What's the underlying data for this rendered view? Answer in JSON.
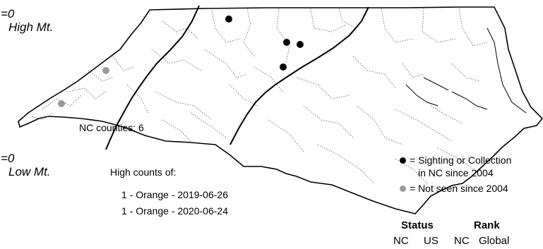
{
  "map": {
    "colors": {
      "recent": "#000000",
      "historic": "#9a9a9a",
      "outline": "#000000",
      "county_lines": "#555555"
    },
    "sightings_recent": [
      {
        "name": "sighting-dot-1"
      },
      {
        "name": "sighting-dot-2"
      },
      {
        "name": "sighting-dot-3"
      },
      {
        "name": "sighting-dot-4"
      },
      {
        "name": "sighting-dot-5"
      }
    ],
    "sightings_historic": [
      {
        "name": "historic-dot-1"
      },
      {
        "name": "historic-dot-2"
      }
    ]
  },
  "flight_labels": {
    "high_value": "=0",
    "high_region": "High Mt.",
    "low_value": "=0",
    "low_region": "Low Mt."
  },
  "counties": "NC counties: 6",
  "high_counts": {
    "title": "High counts of:",
    "entries": [
      "1 - Orange - 2019-06-26",
      "1 - Orange - 2020-06-24"
    ]
  },
  "legend": {
    "recent_line1": "= Sighting or Collection",
    "recent_line2": "in NC since 2004",
    "historic": "= Not seen since 2004"
  },
  "status": {
    "status_header": "Status",
    "rank_header": "Rank",
    "columns": [
      "NC",
      "US",
      "NC",
      "Global"
    ]
  }
}
